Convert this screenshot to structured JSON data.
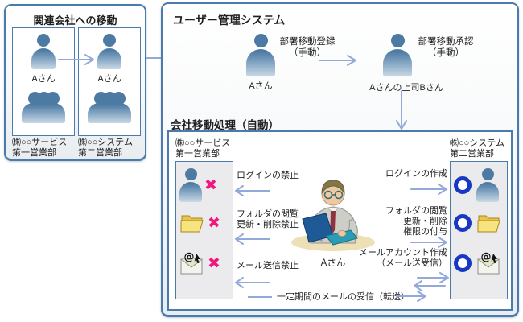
{
  "left_panel": {
    "title": "関連会社への移動",
    "units": [
      {
        "person": "Aさん",
        "company": "㈱○○サービス",
        "dept": "第一営業部"
      },
      {
        "person": "Aさん",
        "company": "㈱○○システム",
        "dept": "第二営業部"
      }
    ]
  },
  "main_panel": {
    "title": "ユーザー管理システム",
    "steps": [
      {
        "action_line1": "部署移動登録",
        "action_line2": "（手動）",
        "person": "Aさん"
      },
      {
        "action_line1": "部署移動承認",
        "action_line2": "（手動）",
        "person": "Aさんの上司Bさん"
      }
    ]
  },
  "process": {
    "title": "会社移動処理（自動）",
    "left_org": {
      "company": "㈱○○サービス",
      "dept": "第一営業部"
    },
    "right_org": {
      "company": "㈱○○システム",
      "dept": "第二営業部"
    },
    "center_person": "Aさん",
    "x_mark": "✖",
    "left_actions": [
      {
        "line1": "ログインの禁止"
      },
      {
        "line1": "フォルダの閲覧",
        "line2": "更新・削除禁止"
      },
      {
        "line1": "メール送信禁止"
      }
    ],
    "right_actions": [
      {
        "line1": "ログインの作成"
      },
      {
        "line1": "フォルダの閲覧",
        "line2": "更新・削除",
        "line3": "権限の付与"
      },
      {
        "line1": "メールアカウント作成",
        "line2": "（メール送受信）"
      }
    ],
    "bottom_label": "一定期間のメールの受信（転送）"
  },
  "colors": {
    "panel_border": "#4b7bad",
    "arrow": "#93a9d9",
    "figure_blue": "#4d7aa3",
    "prohibit_x": "#f0187c",
    "permit_ring": "#1738c4",
    "folder_yellow": "#f3cf4e",
    "subbox_bg": "#ebebed"
  }
}
